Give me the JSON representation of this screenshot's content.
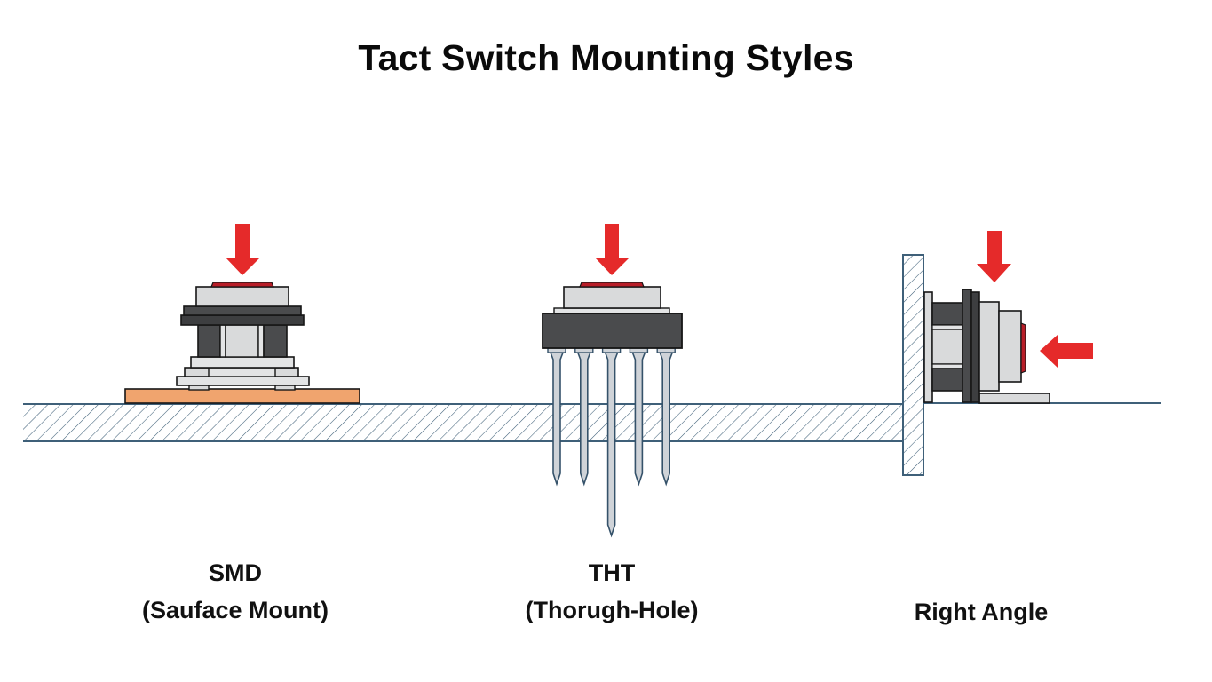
{
  "title": "Tact Switch Mounting Styles",
  "colors": {
    "arrow": "#e52a2a",
    "cap": "#b81e28",
    "light_body": "#d9dadb",
    "dark_body": "#4a4b4d",
    "outline": "#161616",
    "pcb_outline": "#3f6079",
    "pcb_hatch": "#3f6079",
    "copper_pad": "#f0a46e",
    "pin": "#cfd3d8",
    "pin_outline": "#35526a"
  },
  "mounting_styles": [
    {
      "id": "smd",
      "name": "SMD",
      "subtitle": "(Sauface Mount)",
      "press_direction": "down"
    },
    {
      "id": "tht",
      "name": "THT",
      "subtitle": "(Thorugh-Hole)",
      "press_direction": "down",
      "pin_count": 5
    },
    {
      "id": "right-angle",
      "name": "Right Angle",
      "subtitle": "",
      "press_direction": "down and side"
    }
  ]
}
